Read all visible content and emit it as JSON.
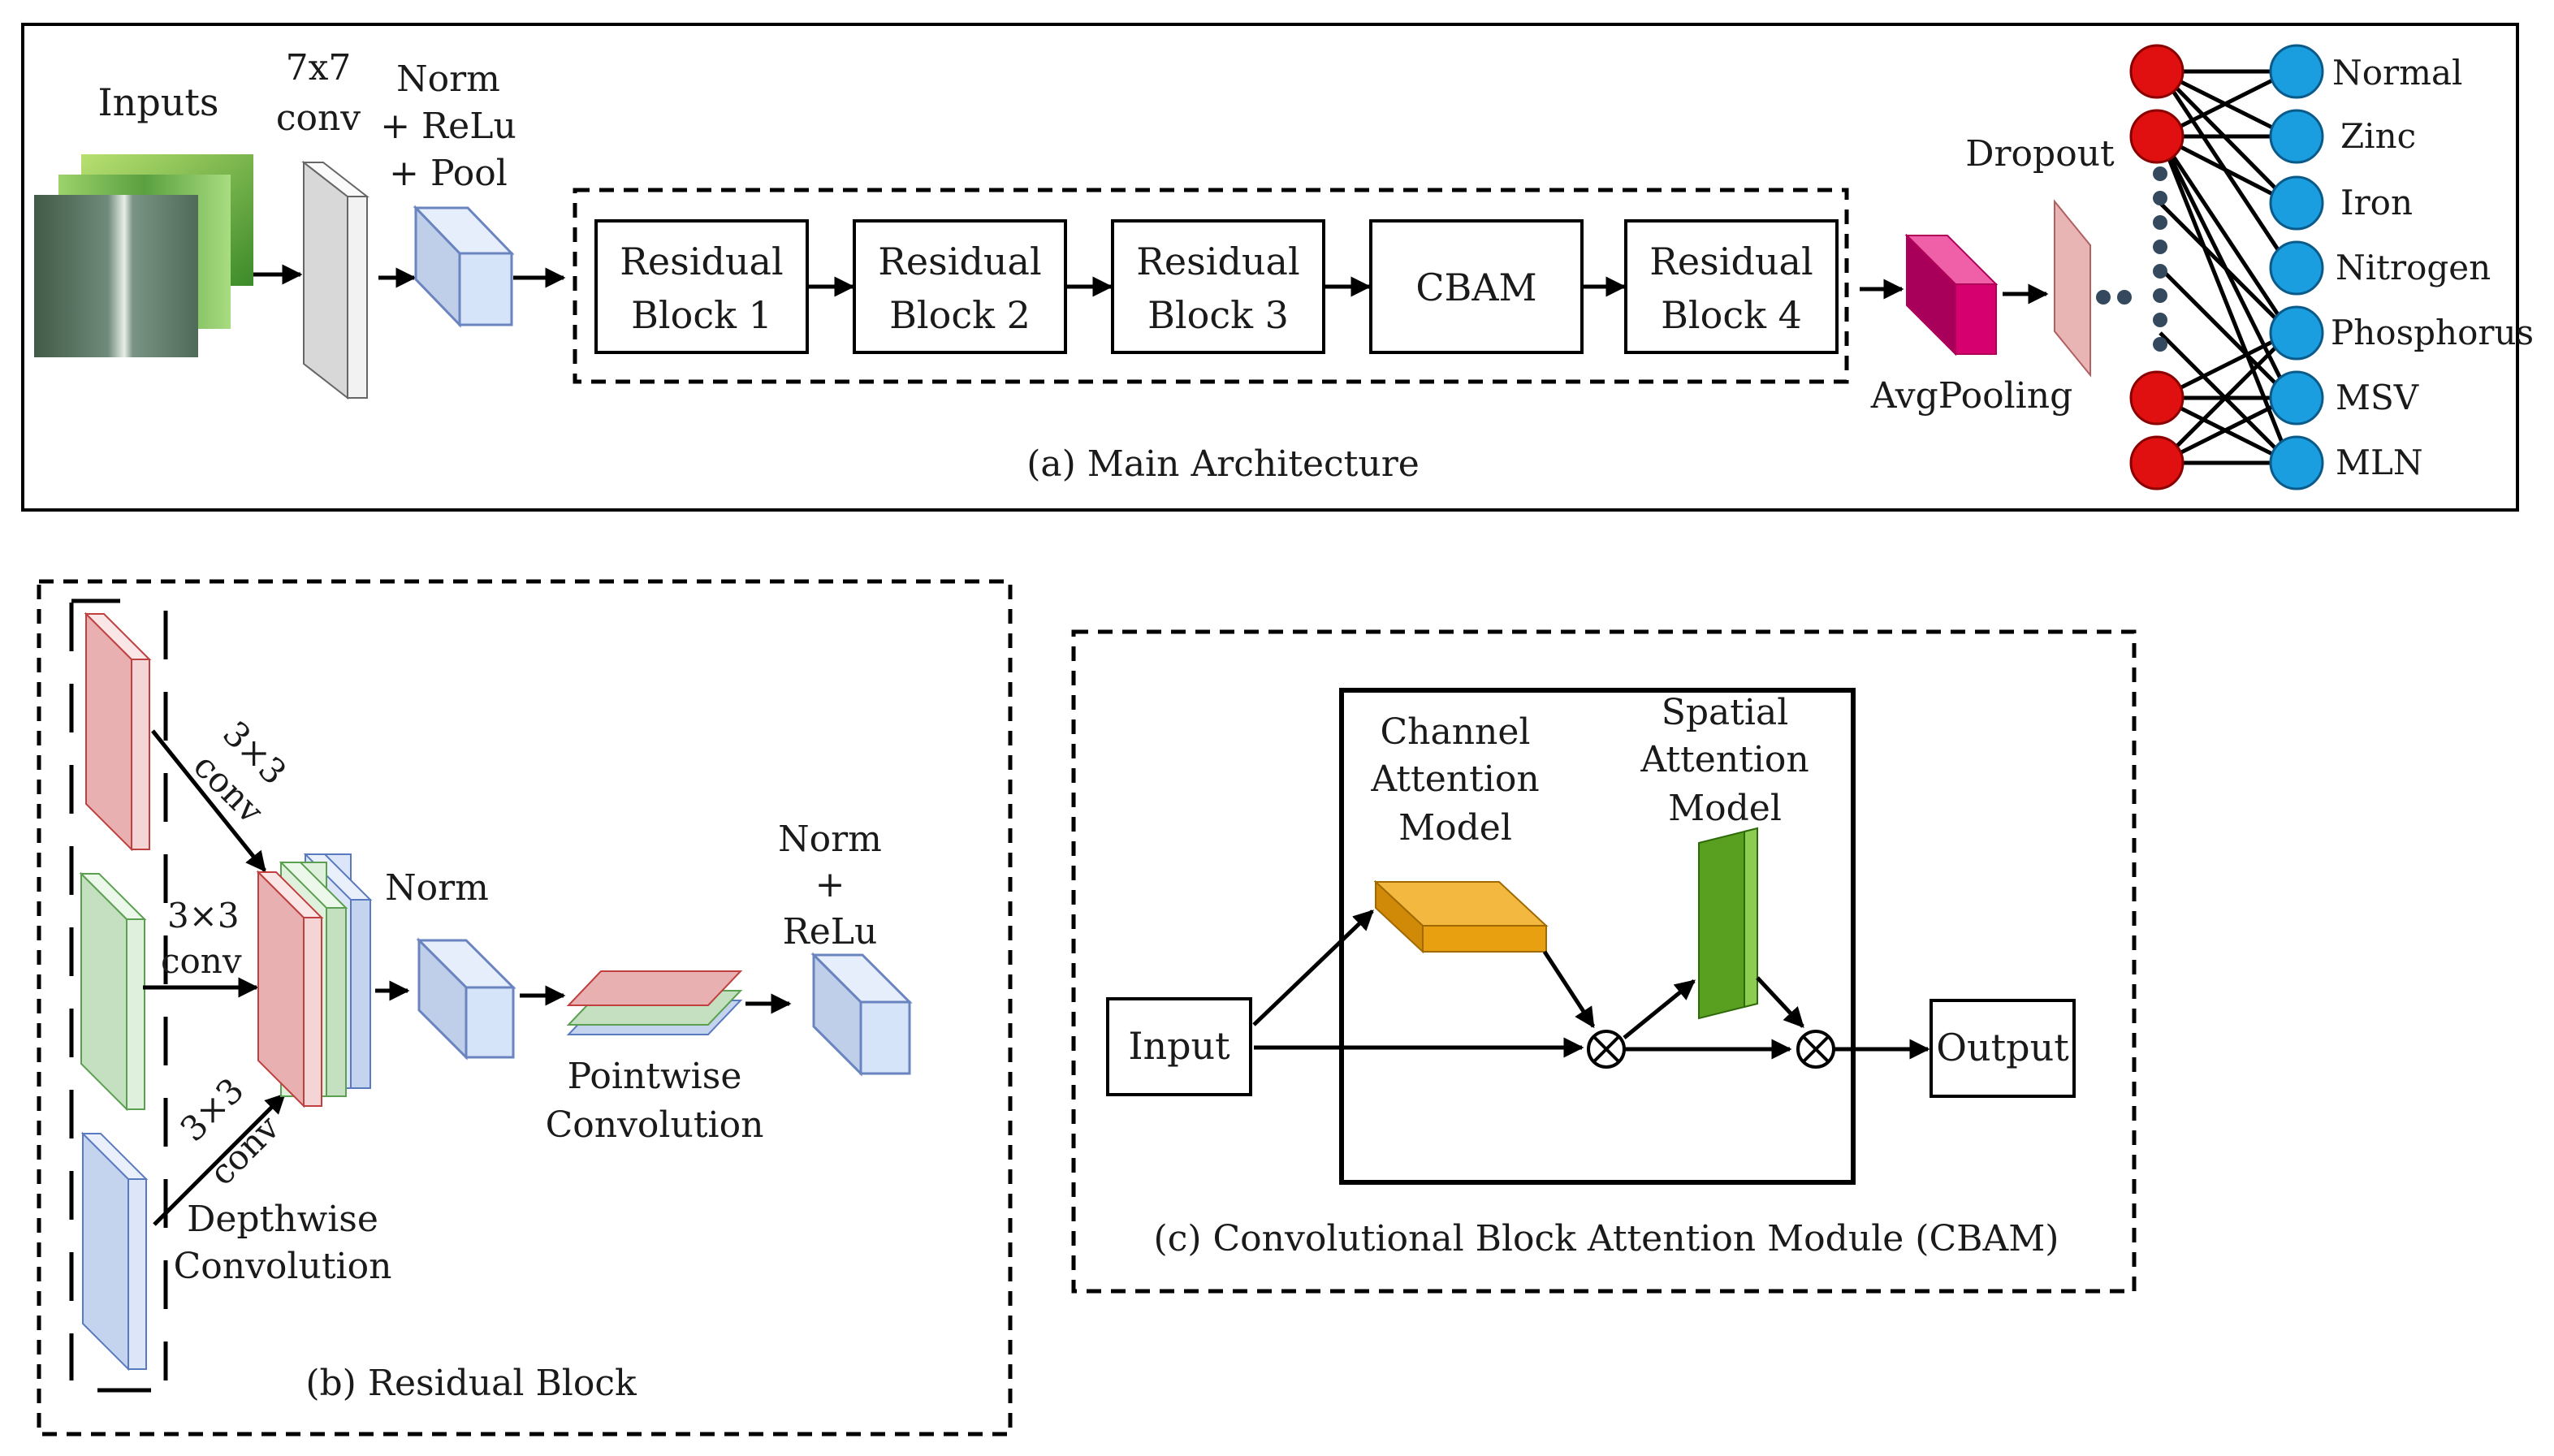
{
  "main": {
    "caption": "(a) Main Architecture",
    "inputs_label": "Inputs",
    "conv_label": [
      "7x7",
      "conv"
    ],
    "norm_label": [
      "Norm",
      "+ ReLu",
      "+ Pool"
    ],
    "blocks": [
      [
        "Residual",
        "Block 1"
      ],
      [
        "Residual",
        "Block 2"
      ],
      [
        "Residual",
        "Block 3"
      ],
      [
        "CBAM"
      ],
      [
        "Residual",
        "Block 4"
      ]
    ],
    "avgpool_label": "AvgPooling",
    "dropout_label": "Dropout",
    "classes": [
      "Normal",
      "Zinc",
      "Iron",
      "Nitrogen",
      "Phosphorus",
      "MSV",
      "MLN"
    ]
  },
  "residual": {
    "caption": "(b) Residual Block",
    "conv_label_top": [
      "3×3",
      "conv"
    ],
    "conv_label_mid": [
      "3×3",
      "conv"
    ],
    "conv_label_bot": [
      "3×3",
      "conv"
    ],
    "depthwise_label": [
      "Depthwise",
      "Convolution"
    ],
    "norm_label": "Norm",
    "pointwise_label": [
      "Pointwise",
      "Convolution"
    ],
    "norm_relu_label": [
      "Norm",
      "+",
      "ReLu"
    ]
  },
  "cbam": {
    "caption": "(c) Convolutional Block Attention Module (CBAM)",
    "input_label": "Input",
    "output_label": "Output",
    "channel_label": [
      "Channel",
      "Attention",
      "Model"
    ],
    "spatial_label": [
      "Spatial",
      "Attention",
      "Model"
    ]
  },
  "colors": {
    "red_node": "#e01010",
    "blue_node": "#1a9ee0",
    "dark_node": "#34495e",
    "avgpool": "#d6006e",
    "dropout": "#e8b4b4",
    "red_layer": "#e8b0b0",
    "green_layer": "#c4e0c0",
    "blue_layer": "#c4d4ee",
    "orange": "#e8a010",
    "green": "#5aa020"
  },
  "icons": [
    "leaf-image",
    "arrow-right",
    "multiply-circle"
  ]
}
